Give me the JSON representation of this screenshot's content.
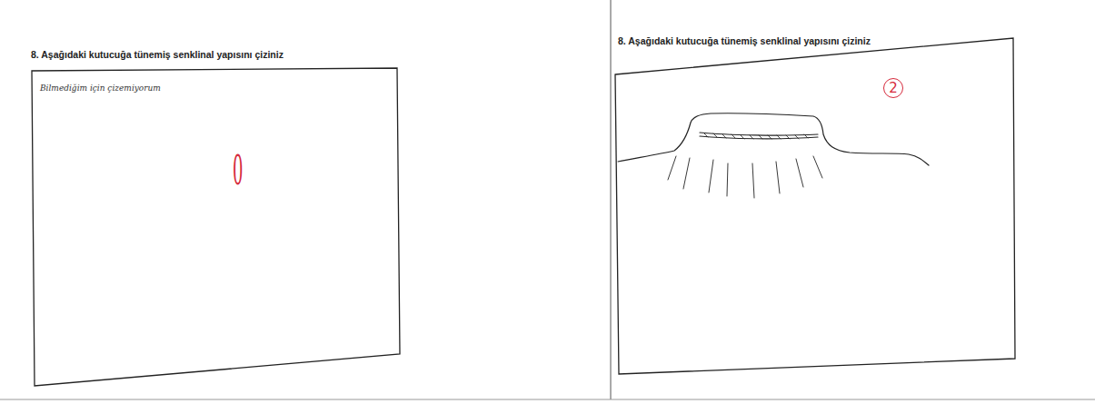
{
  "diagram": {
    "nodes": [
      {
        "text": [
          "8. Aşağıdaki kutucuğa tünemiş senklinal yapısını çiziniz",
          "Bilmediğim için çizemiyorum",
          "0"
        ]
      },
      {
        "text": [
          "8. Aşağıdaki kutucuğa tünemiş senklinal yapısını çiziniz",
          "2"
        ]
      }
    ]
  }
}
